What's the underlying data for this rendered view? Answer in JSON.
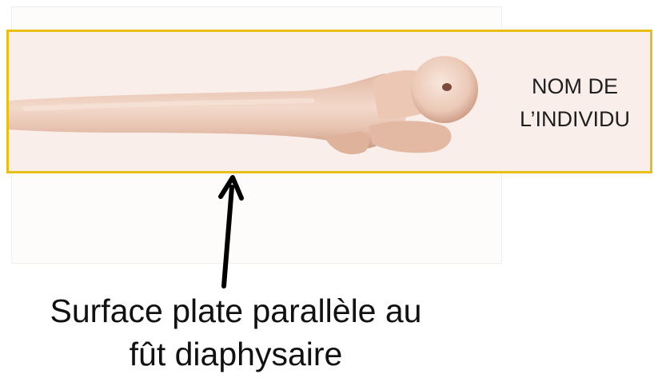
{
  "label": {
    "line1": "NOM DE",
    "line2": "L’INDIVIDU"
  },
  "caption": {
    "line1": "Surface plate parallèle au",
    "line2": "fût diaphysaire"
  },
  "colors": {
    "frame_border": "#e9bf17",
    "frame_fill": "#f9eee9",
    "bone": "#e8c6b4",
    "arrow": "#000000"
  },
  "icons": {
    "bone": "femur-bone-illustration",
    "arrow": "up-arrow"
  }
}
